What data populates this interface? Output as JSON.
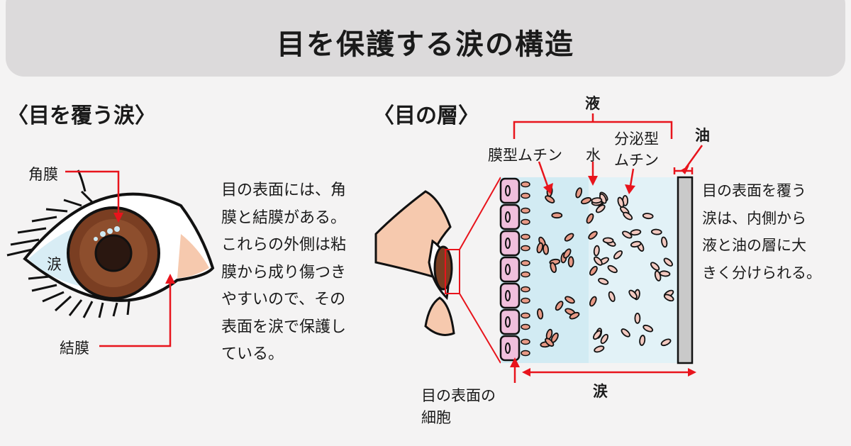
{
  "title": "目を保護する涙の構造",
  "left_section": {
    "heading": "〈目を覆う涙〉",
    "labels": {
      "cornea": "角膜",
      "tears": "涙",
      "conjunctiva": "結膜"
    },
    "paragraph": [
      "目の表面には、角",
      "膜と結膜がある。",
      "これらの外側は粘",
      "膜から成り傷つき",
      "やすいので、その",
      "表面を涙で保護し",
      "ている。"
    ]
  },
  "right_section": {
    "heading": "〈目の層〉",
    "labels": {
      "liquid": "液",
      "membrane_mucin": "膜型ムチン",
      "water": "水",
      "secreted_mucin_1": "分泌型",
      "secreted_mucin_2": "ムチン",
      "oil": "油",
      "surface_cells_1": "目の表面の",
      "surface_cells_2": "細胞",
      "tears": "涙"
    },
    "paragraph": [
      "目の表面を覆う",
      "涙は、内側から",
      "液と油の層に大",
      "きく分けられる。"
    ]
  },
  "colors": {
    "accent": "#e8141c",
    "banner": "#dcdadb",
    "iris": "#7a3e22",
    "liquid": "#cfe9f1",
    "cell": "#f0bfdc",
    "oil": "#c9c9c9"
  }
}
